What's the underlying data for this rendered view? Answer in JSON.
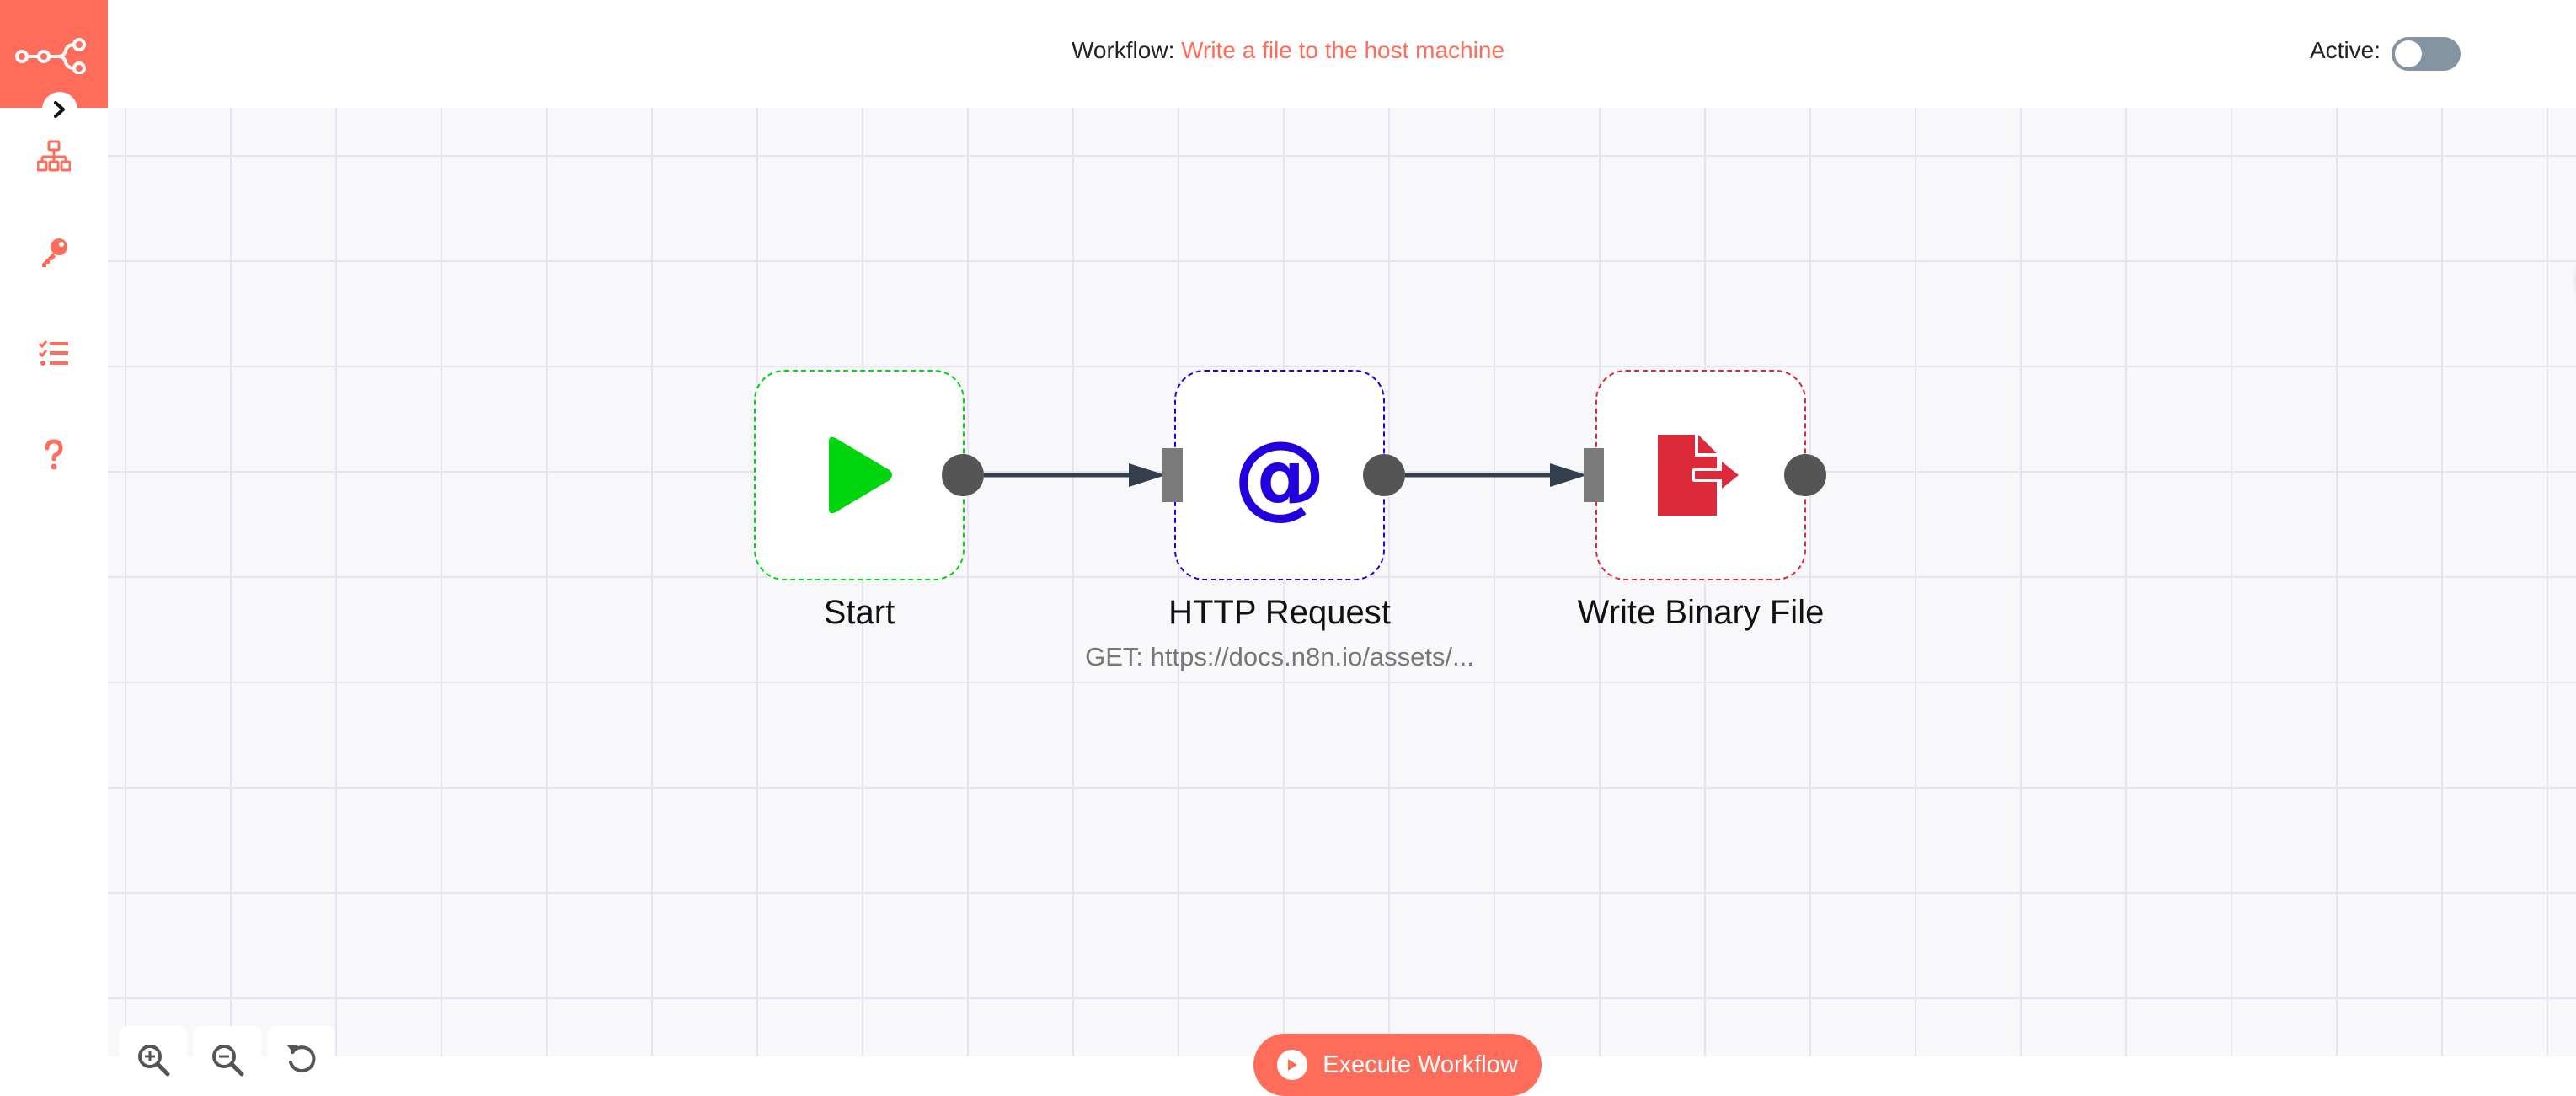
{
  "header": {
    "workflow_prefix": "Workflow:",
    "workflow_name": "Write a file to the host machine",
    "active_label": "Active:",
    "active": false
  },
  "sidebar": {
    "items": [
      {
        "icon": "network-icon"
      },
      {
        "icon": "key-icon"
      },
      {
        "icon": "tasks-icon"
      },
      {
        "icon": "question-icon"
      }
    ]
  },
  "nodes": [
    {
      "label": "Start",
      "subtitle": "",
      "icon": "play-icon",
      "color": "#00d60e"
    },
    {
      "label": "HTTP Request",
      "subtitle": "GET: https://docs.n8n.io/assets/...",
      "icon": "at-icon",
      "color": "#2200dd"
    },
    {
      "label": "Write Binary File",
      "subtitle": "",
      "icon": "file-export-icon",
      "color": "#dc2a3b"
    }
  ],
  "controls": {
    "execute_label": "Execute Workflow"
  },
  "colors": {
    "brand": "#ff6d5a",
    "connector": "#555555",
    "edge": "#333f4d",
    "grid": "#e5e4f3"
  }
}
